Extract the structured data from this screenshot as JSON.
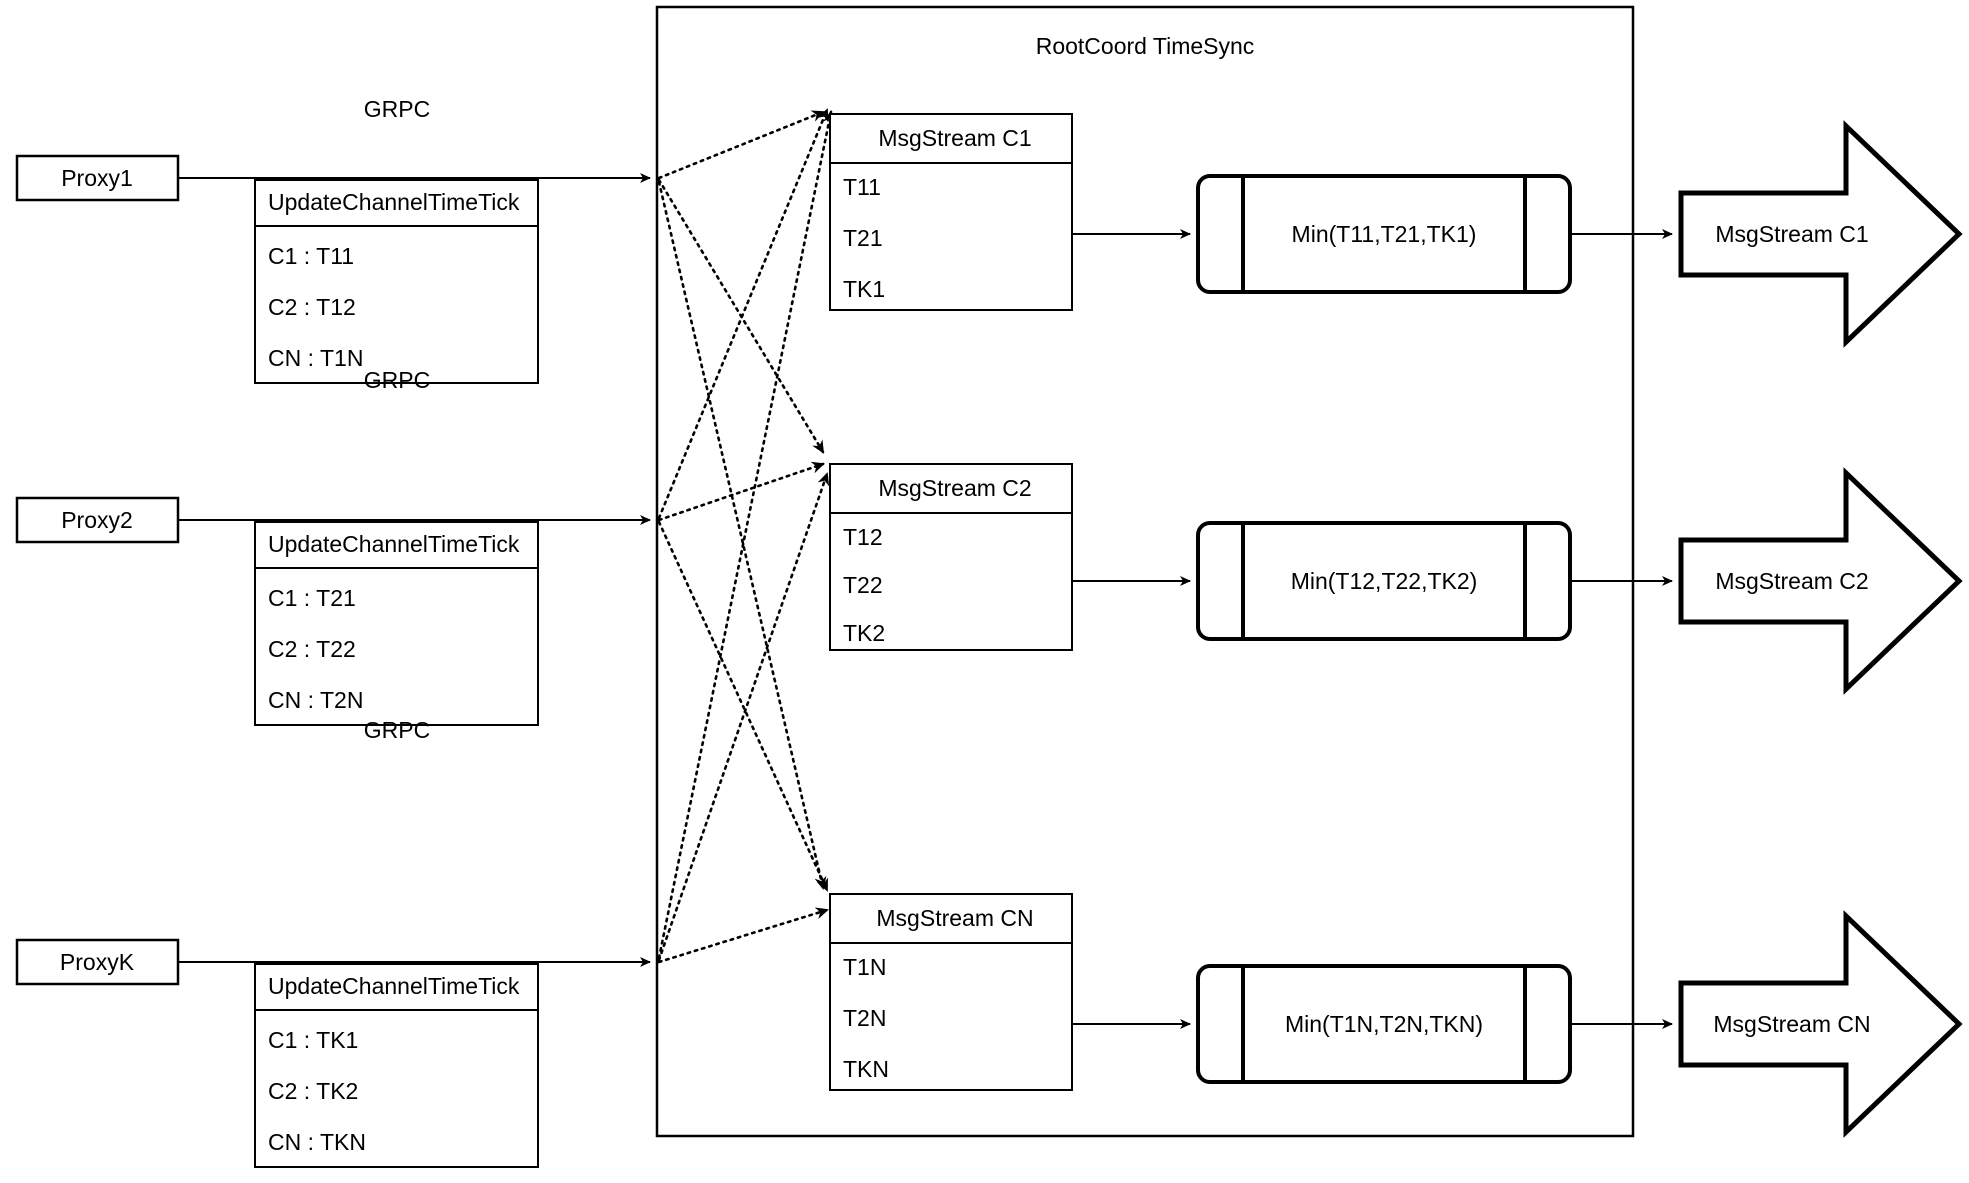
{
  "diagram": {
    "container": {
      "title": "RootCoord TimeSync"
    },
    "edge_labels": [
      "GRPC",
      "GRPC",
      "GRPC"
    ],
    "proxies": [
      {
        "label": "Proxy1"
      },
      {
        "label": "Proxy2"
      },
      {
        "label": "ProxyK"
      }
    ],
    "requests": [
      {
        "header": "UpdateChannelTimeTick",
        "rows": [
          "C1 :  T11",
          "C2 :  T12",
          "CN : T1N"
        ]
      },
      {
        "header": "UpdateChannelTimeTick",
        "rows": [
          "C1 :  T21",
          "C2 :  T22",
          "CN : T2N"
        ]
      },
      {
        "header": "UpdateChannelTimeTick",
        "rows": [
          "C1 :  TK1",
          "C2 :  TK2",
          "CN : TKN"
        ]
      }
    ],
    "msgstreams": [
      {
        "header": "MsgStream C1",
        "rows": [
          "T11",
          "T21",
          "TK1"
        ]
      },
      {
        "header": "MsgStream C2",
        "rows": [
          "T12",
          "T22",
          "TK2"
        ]
      },
      {
        "header": "MsgStream CN",
        "rows": [
          "T1N",
          "T2N",
          "TKN"
        ]
      }
    ],
    "minnodes": [
      {
        "label": "Min(T11,T21,TK1)"
      },
      {
        "label": "Min(T12,T22,TK2)"
      },
      {
        "label": "Min(T1N,T2N,TKN)"
      }
    ],
    "outputs": [
      {
        "label": "MsgStream C1"
      },
      {
        "label": "MsgStream C2"
      },
      {
        "label": "MsgStream CN"
      }
    ],
    "colors": {
      "stroke": "#000000",
      "fill": "#ffffff",
      "background": "#ffffff"
    }
  }
}
